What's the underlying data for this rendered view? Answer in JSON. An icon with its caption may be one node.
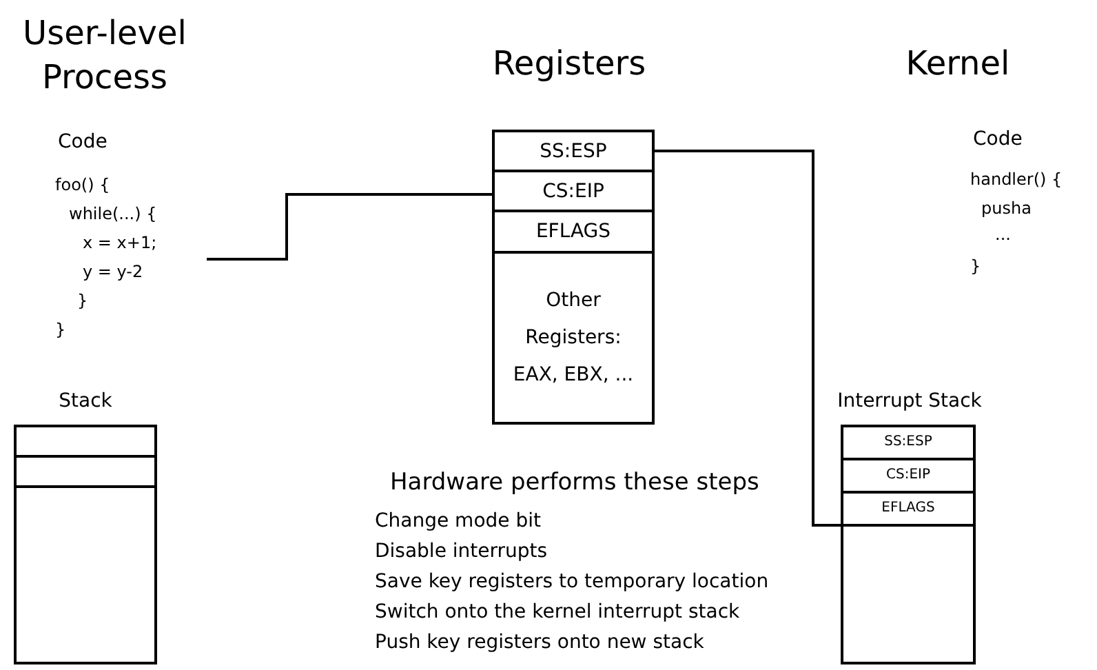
{
  "diagram": {
    "nodes": [
      {
        "text": [
          "foo() {",
          "while(...) {",
          "x = x+1;",
          "y = y-2",
          "}",
          "}"
        ]
      },
      {
        "text": [
          "SS:ESP"
        ]
      },
      {
        "text": [
          "CS:EIP"
        ]
      },
      {
        "text": [
          "EFLAGS"
        ]
      },
      {
        "text": [
          "Other Registers: EAX, EBX, ..."
        ]
      },
      {
        "text": [],
        "shape": "box"
      },
      {
        "text": [
          "SS:ESP"
        ],
        "in": 5
      },
      {
        "text": [
          "CS:EIP"
        ],
        "in": 5
      },
      {
        "text": [
          "EFLAGS"
        ],
        "in": 5
      },
      {
        "text": [],
        "shape": "box"
      },
      {
        "text": [],
        "shape": "box",
        "in": 9
      },
      {
        "text": [],
        "shape": "box",
        "in": 9
      }
    ],
    "edges": [
      {
        "from": 0,
        "to": 2,
        "arrow": "none"
      },
      {
        "from": 1,
        "to": 5,
        "arrow": "none"
      }
    ],
    "labels": [
      "User-level Process",
      "Registers",
      "Kernel",
      "Code",
      "Code",
      "handler() {",
      "pusha",
      "...",
      "}",
      "Stack",
      "Interrupt Stack",
      "Hardware performs these steps",
      "Change mode bit",
      "Disable interrupts",
      "Save key registers to temporary location",
      "Switch onto the kernel interrupt stack",
      "Push key registers onto new stack"
    ]
  }
}
